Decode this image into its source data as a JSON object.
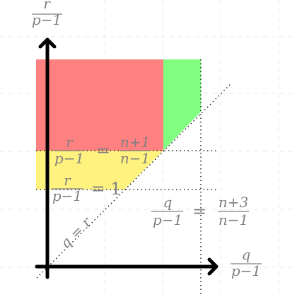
{
  "axes": {
    "y_label": {
      "num": "r",
      "den": "p−1"
    },
    "x_label": {
      "num": "q",
      "den": "p−1"
    }
  },
  "annotations": {
    "line_upper": {
      "num_left": "r",
      "den_left": "p−1",
      "eq": "=",
      "num_right": "n+1",
      "den_right": "n−1"
    },
    "line_lower": {
      "num_left": "r",
      "den_left": "p−1",
      "eq": "= 1"
    },
    "line_vertical": {
      "num_left": "q",
      "den_left": "p−1",
      "eq": "=",
      "num_right": "n+3",
      "den_right": "n−1"
    },
    "diagonal": "q = r"
  },
  "colors": {
    "red_region": "#ff8080",
    "green_region": "#80ff80",
    "yellow_region": "#fff27f",
    "axis": "#000000",
    "text": "#808080",
    "grid": "#e6e6e6"
  }
}
